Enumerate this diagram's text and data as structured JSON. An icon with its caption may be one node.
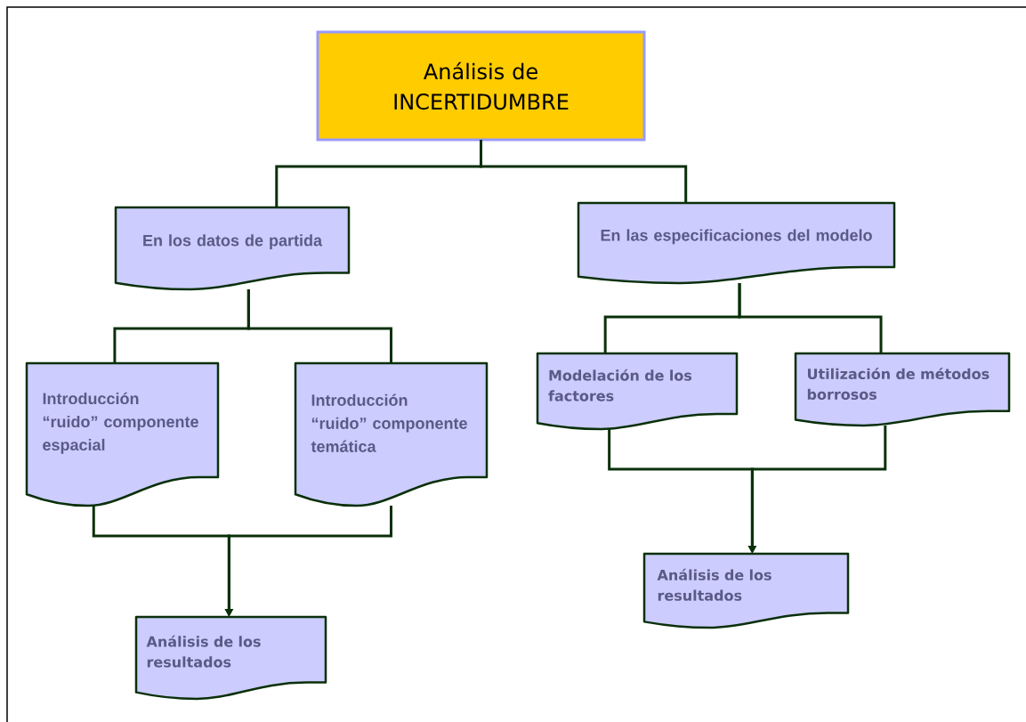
{
  "diagram": {
    "nodes": [
      {
        "text": [
          "Análisis de INCERTIDUMBRE"
        ]
      },
      {
        "text": [
          "En los datos de partida"
        ]
      },
      {
        "text": [
          "En las especificaciones del modelo"
        ]
      },
      {
        "text": [
          "Introducción “ruido” componente espacial"
        ]
      },
      {
        "text": [
          "Introducción “ruido” componente temática"
        ]
      },
      {
        "text": [
          "Modelación de los factores"
        ]
      },
      {
        "text": [
          "Utilización de métodos borrosos"
        ]
      },
      {
        "text": [
          "Análisis de los resultados"
        ]
      },
      {
        "text": [
          "Análisis de los resultados"
        ]
      }
    ],
    "edges": [
      {
        "from": 0,
        "to": 1,
        "arrow": "none"
      },
      {
        "from": 0,
        "to": 2,
        "arrow": "none"
      },
      {
        "from": 1,
        "to": 3,
        "arrow": "none"
      },
      {
        "from": 1,
        "to": 4,
        "arrow": "none"
      },
      {
        "from": 2,
        "to": 5,
        "arrow": "none"
      },
      {
        "from": 2,
        "to": 6,
        "arrow": "none"
      },
      {
        "from": 3,
        "to": 7,
        "arrow": "to"
      },
      {
        "from": 4,
        "to": 7,
        "arrow": "to"
      },
      {
        "from": 5,
        "to": 8,
        "arrow": "to"
      },
      {
        "from": 6,
        "to": 8,
        "arrow": "to"
      }
    ]
  }
}
